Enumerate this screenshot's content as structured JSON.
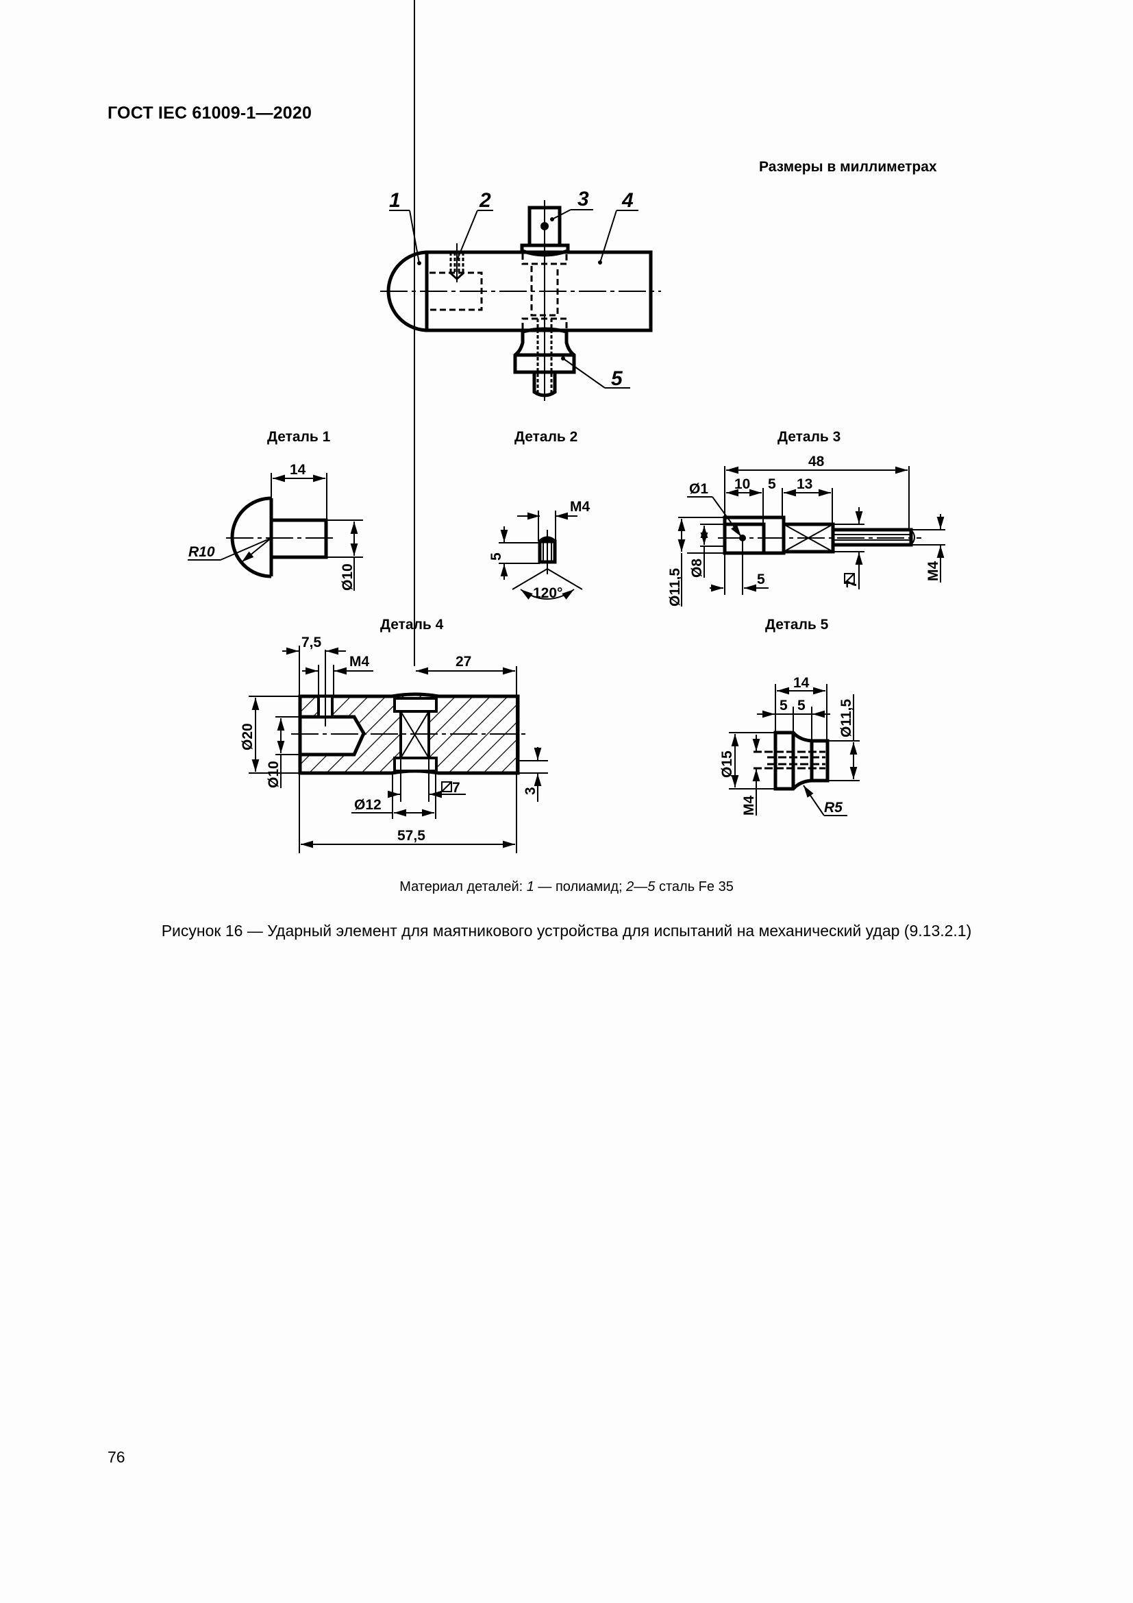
{
  "header": {
    "standard": "ГОСТ IEC 61009-1—2020"
  },
  "units_note": "Размеры в миллиметрах",
  "assembly": {
    "callouts": [
      "1",
      "2",
      "3",
      "4",
      "5"
    ]
  },
  "details": [
    {
      "title": "Деталь 1",
      "dims": {
        "length": "14",
        "radius": "R10",
        "diameter": "Ø10"
      }
    },
    {
      "title": "Деталь 2",
      "dims": {
        "thread": "M4",
        "length": "5",
        "angle": "120°"
      }
    },
    {
      "title": "Деталь 3",
      "dims": {
        "overall": "48",
        "seg1": "10",
        "seg2": "5",
        "seg3": "13",
        "hole": "Ø1",
        "hole_pos": "5",
        "d_outer": "Ø11,5",
        "d_inner": "Ø8",
        "square": "7",
        "thread": "M4"
      }
    },
    {
      "title": "Деталь 4",
      "dims": {
        "hole_pos": "7,5",
        "thread": "M4",
        "right_len": "27",
        "d_outer": "Ø20",
        "d_bore": "Ø10",
        "d_counter": "Ø12",
        "square": "7",
        "depth": "3",
        "overall": "57,5"
      }
    },
    {
      "title": "Деталь 5",
      "dims": {
        "overall": "14",
        "seg1": "5",
        "seg2": "5",
        "d_small": "Ø11,5",
        "d_large": "Ø15",
        "thread": "M4",
        "radius": "R5"
      }
    }
  ],
  "material_note": {
    "prefix": "Материал деталей: ",
    "p1": "1",
    "mid": " — полиамид; ",
    "p2": "2—5",
    "suffix": " сталь Fe 35"
  },
  "figure_caption": "Рисунок 16 — Ударный элемент для маятникового устройства для испытаний на механический удар (9.13.2.1)",
  "page_number": "76"
}
